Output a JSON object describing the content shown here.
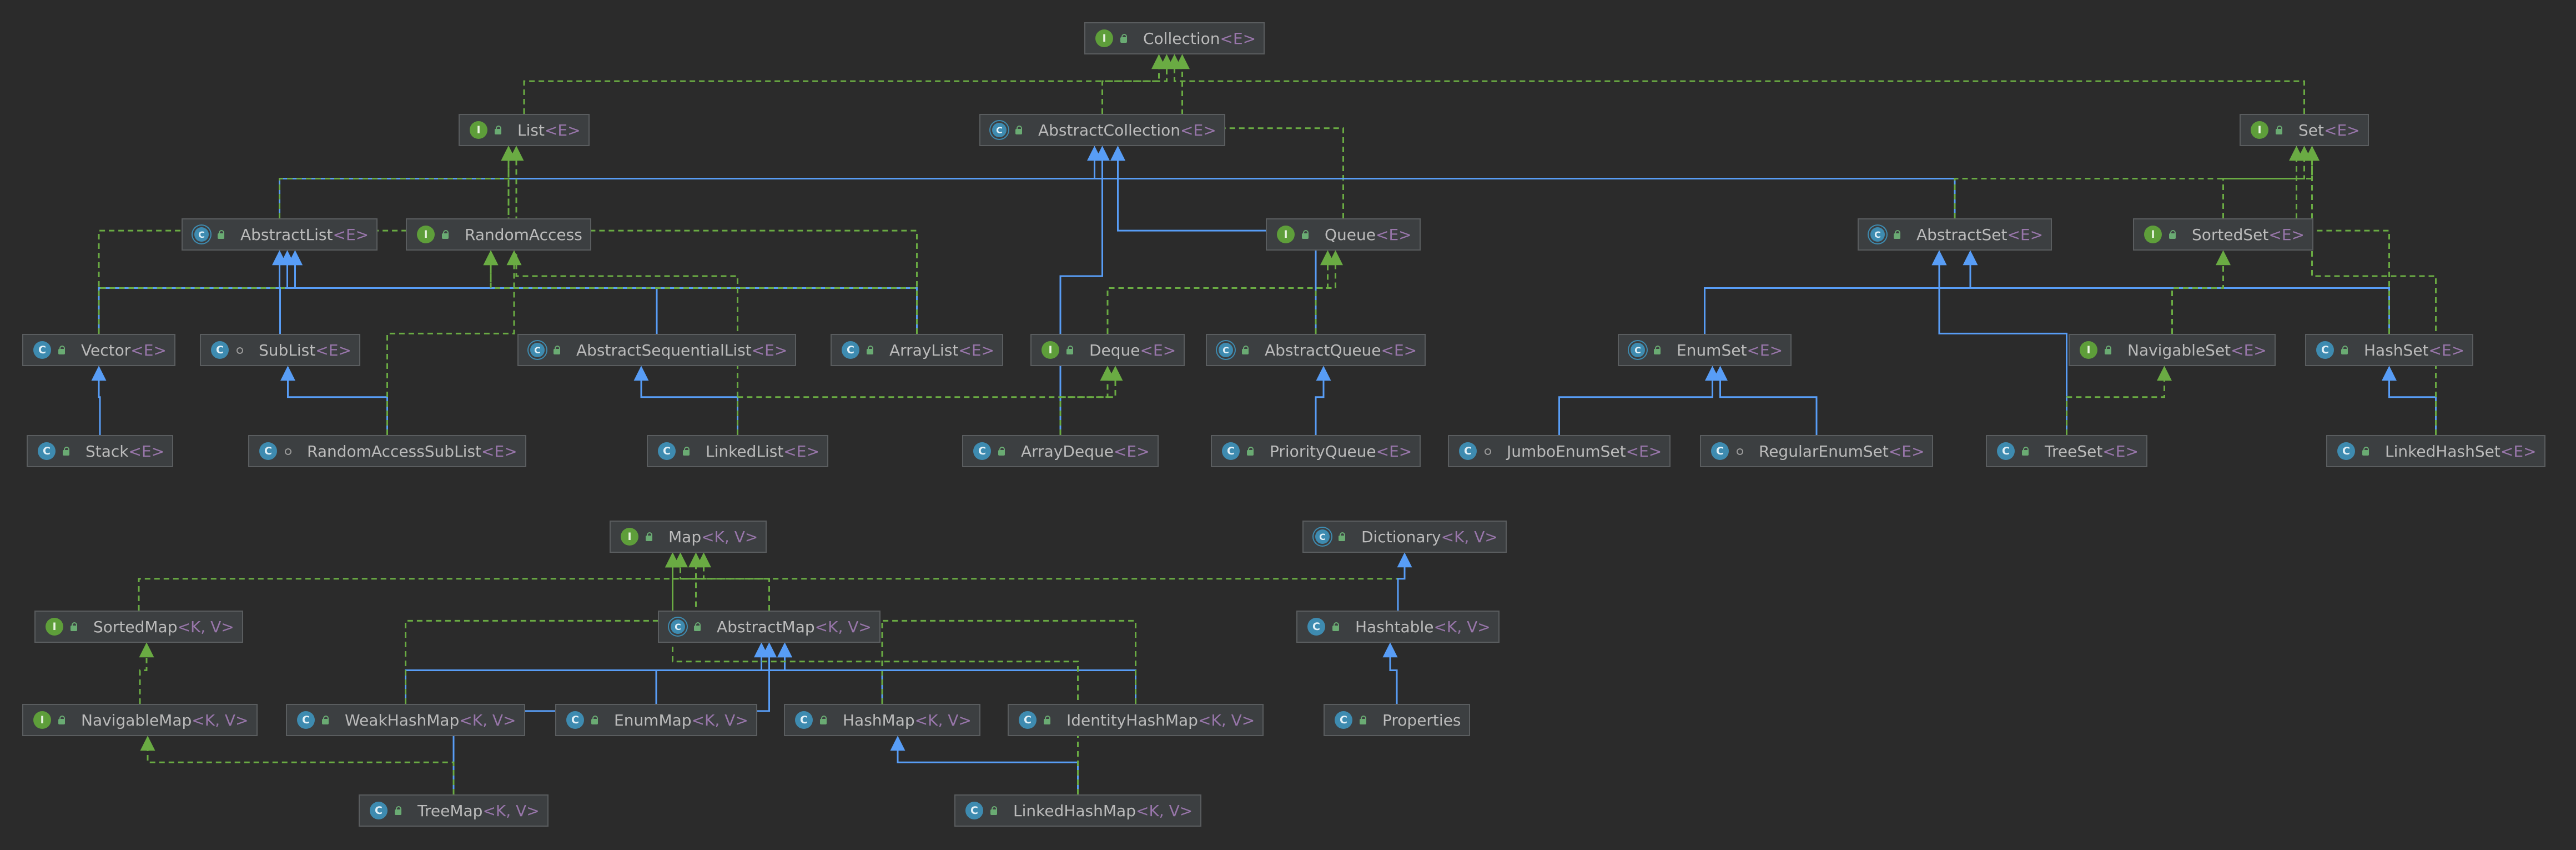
{
  "colors": {
    "background": "#2b2b2b",
    "node_fill": "#3c3f41",
    "node_border": "#5a5d5f",
    "extends_edge": "#589df6",
    "implements_edge": "#6aab43",
    "interface_badge": "#5e9e3a",
    "class_badge": "#3e8bb0",
    "generic_param": "#9876aa"
  },
  "legend_icons": {
    "interface": "I",
    "class": "C",
    "abstract": "C",
    "public_visibility": "lock-icon",
    "package_visibility": "dot-icon"
  },
  "nodes": {
    "collection": {
      "name": "Collection",
      "generics": "<E>",
      "kind": "interface",
      "vis": "lock"
    },
    "list": {
      "name": "List",
      "generics": "<E>",
      "kind": "interface",
      "vis": "lock"
    },
    "abstract_collection": {
      "name": "AbstractCollection",
      "generics": "<E>",
      "kind": "abstract",
      "vis": "lock"
    },
    "set": {
      "name": "Set",
      "generics": "<E>",
      "kind": "interface",
      "vis": "lock"
    },
    "abstract_list": {
      "name": "AbstractList",
      "generics": "<E>",
      "kind": "abstract",
      "vis": "lock"
    },
    "random_access": {
      "name": "RandomAccess",
      "generics": "",
      "kind": "interface",
      "vis": "lock"
    },
    "queue": {
      "name": "Queue",
      "generics": "<E>",
      "kind": "interface",
      "vis": "lock"
    },
    "abstract_set": {
      "name": "AbstractSet",
      "generics": "<E>",
      "kind": "abstract",
      "vis": "lock"
    },
    "sorted_set": {
      "name": "SortedSet",
      "generics": "<E>",
      "kind": "interface",
      "vis": "lock"
    },
    "vector": {
      "name": "Vector",
      "generics": "<E>",
      "kind": "class",
      "vis": "lock"
    },
    "sub_list": {
      "name": "SubList",
      "generics": "<E>",
      "kind": "class",
      "vis": "dot"
    },
    "abstract_sequential_list": {
      "name": "AbstractSequentialList",
      "generics": "<E>",
      "kind": "abstract",
      "vis": "lock"
    },
    "array_list": {
      "name": "ArrayList",
      "generics": "<E>",
      "kind": "class",
      "vis": "lock"
    },
    "deque": {
      "name": "Deque",
      "generics": "<E>",
      "kind": "interface",
      "vis": "lock"
    },
    "abstract_queue": {
      "name": "AbstractQueue",
      "generics": "<E>",
      "kind": "abstract",
      "vis": "lock"
    },
    "enum_set": {
      "name": "EnumSet",
      "generics": "<E>",
      "kind": "abstract",
      "vis": "lock"
    },
    "navigable_set": {
      "name": "NavigableSet",
      "generics": "<E>",
      "kind": "interface",
      "vis": "lock"
    },
    "hash_set": {
      "name": "HashSet",
      "generics": "<E>",
      "kind": "class",
      "vis": "lock"
    },
    "stack": {
      "name": "Stack",
      "generics": "<E>",
      "kind": "class",
      "vis": "lock"
    },
    "random_access_sub_list": {
      "name": "RandomAccessSubList",
      "generics": "<E>",
      "kind": "class",
      "vis": "dot"
    },
    "linked_list": {
      "name": "LinkedList",
      "generics": "<E>",
      "kind": "class",
      "vis": "lock"
    },
    "array_deque": {
      "name": "ArrayDeque",
      "generics": "<E>",
      "kind": "class",
      "vis": "lock"
    },
    "priority_queue": {
      "name": "PriorityQueue",
      "generics": "<E>",
      "kind": "class",
      "vis": "lock"
    },
    "jumbo_enum_set": {
      "name": "JumboEnumSet",
      "generics": "<E>",
      "kind": "class",
      "vis": "dot"
    },
    "regular_enum_set": {
      "name": "RegularEnumSet",
      "generics": "<E>",
      "kind": "class",
      "vis": "dot"
    },
    "tree_set": {
      "name": "TreeSet",
      "generics": "<E>",
      "kind": "class",
      "vis": "lock"
    },
    "linked_hash_set": {
      "name": "LinkedHashSet",
      "generics": "<E>",
      "kind": "class",
      "vis": "lock"
    },
    "map": {
      "name": "Map",
      "generics": "<K, V>",
      "kind": "interface",
      "vis": "lock"
    },
    "dictionary": {
      "name": "Dictionary",
      "generics": "<K, V>",
      "kind": "abstract",
      "vis": "lock"
    },
    "sorted_map": {
      "name": "SortedMap",
      "generics": "<K, V>",
      "kind": "interface",
      "vis": "lock"
    },
    "abstract_map": {
      "name": "AbstractMap",
      "generics": "<K, V>",
      "kind": "abstract",
      "vis": "lock"
    },
    "hashtable": {
      "name": "Hashtable",
      "generics": "<K, V>",
      "kind": "class",
      "vis": "lock"
    },
    "navigable_map": {
      "name": "NavigableMap",
      "generics": "<K, V>",
      "kind": "interface",
      "vis": "lock"
    },
    "weak_hash_map": {
      "name": "WeakHashMap",
      "generics": "<K, V>",
      "kind": "class",
      "vis": "lock"
    },
    "enum_map": {
      "name": "EnumMap",
      "generics": "<K, V>",
      "kind": "class",
      "vis": "lock"
    },
    "hash_map": {
      "name": "HashMap",
      "generics": "<K, V>",
      "kind": "class",
      "vis": "lock"
    },
    "identity_hash_map": {
      "name": "IdentityHashMap",
      "generics": "<K, V>",
      "kind": "class",
      "vis": "lock"
    },
    "properties": {
      "name": "Properties",
      "generics": "",
      "kind": "class",
      "vis": "lock"
    },
    "tree_map": {
      "name": "TreeMap",
      "generics": "<K, V>",
      "kind": "class",
      "vis": "lock"
    },
    "linked_hash_map": {
      "name": "LinkedHashMap",
      "generics": "<K, V>",
      "kind": "class",
      "vis": "lock"
    }
  },
  "edges": [
    {
      "from": "list",
      "to": "collection",
      "type": "implements"
    },
    {
      "from": "abstract_collection",
      "to": "collection",
      "type": "implements"
    },
    {
      "from": "set",
      "to": "collection",
      "type": "implements"
    },
    {
      "from": "queue",
      "to": "collection",
      "type": "implements"
    },
    {
      "from": "abstract_list",
      "to": "abstract_collection",
      "type": "extends"
    },
    {
      "from": "abstract_list",
      "to": "list",
      "type": "implements"
    },
    {
      "from": "abstract_set",
      "to": "abstract_collection",
      "type": "extends"
    },
    {
      "from": "abstract_set",
      "to": "set",
      "type": "implements"
    },
    {
      "from": "sorted_set",
      "to": "set",
      "type": "implements"
    },
    {
      "from": "abstract_queue",
      "to": "abstract_collection",
      "type": "extends"
    },
    {
      "from": "abstract_queue",
      "to": "queue",
      "type": "implements"
    },
    {
      "from": "deque",
      "to": "queue",
      "type": "implements"
    },
    {
      "from": "array_deque",
      "to": "abstract_collection",
      "type": "extends"
    },
    {
      "from": "array_deque",
      "to": "deque",
      "type": "implements"
    },
    {
      "from": "vector",
      "to": "abstract_list",
      "type": "extends"
    },
    {
      "from": "vector",
      "to": "list",
      "type": "implements"
    },
    {
      "from": "vector",
      "to": "random_access",
      "type": "implements"
    },
    {
      "from": "sub_list",
      "to": "abstract_list",
      "type": "extends"
    },
    {
      "from": "abstract_sequential_list",
      "to": "abstract_list",
      "type": "extends"
    },
    {
      "from": "array_list",
      "to": "abstract_list",
      "type": "extends"
    },
    {
      "from": "array_list",
      "to": "list",
      "type": "implements"
    },
    {
      "from": "array_list",
      "to": "random_access",
      "type": "implements"
    },
    {
      "from": "stack",
      "to": "vector",
      "type": "extends"
    },
    {
      "from": "random_access_sub_list",
      "to": "sub_list",
      "type": "extends"
    },
    {
      "from": "random_access_sub_list",
      "to": "random_access",
      "type": "implements"
    },
    {
      "from": "linked_list",
      "to": "abstract_sequential_list",
      "type": "extends"
    },
    {
      "from": "linked_list",
      "to": "list",
      "type": "implements"
    },
    {
      "from": "linked_list",
      "to": "deque",
      "type": "implements"
    },
    {
      "from": "priority_queue",
      "to": "abstract_queue",
      "type": "extends"
    },
    {
      "from": "enum_set",
      "to": "abstract_set",
      "type": "extends"
    },
    {
      "from": "hash_set",
      "to": "abstract_set",
      "type": "extends"
    },
    {
      "from": "hash_set",
      "to": "set",
      "type": "implements"
    },
    {
      "from": "navigable_set",
      "to": "sorted_set",
      "type": "implements"
    },
    {
      "from": "jumbo_enum_set",
      "to": "enum_set",
      "type": "extends"
    },
    {
      "from": "regular_enum_set",
      "to": "enum_set",
      "type": "extends"
    },
    {
      "from": "tree_set",
      "to": "abstract_set",
      "type": "extends"
    },
    {
      "from": "tree_set",
      "to": "navigable_set",
      "type": "implements"
    },
    {
      "from": "linked_hash_set",
      "to": "hash_set",
      "type": "extends"
    },
    {
      "from": "linked_hash_set",
      "to": "set",
      "type": "implements"
    },
    {
      "from": "sorted_map",
      "to": "map",
      "type": "implements"
    },
    {
      "from": "abstract_map",
      "to": "map",
      "type": "implements"
    },
    {
      "from": "hashtable",
      "to": "map",
      "type": "implements"
    },
    {
      "from": "hashtable",
      "to": "dictionary",
      "type": "extends"
    },
    {
      "from": "navigable_map",
      "to": "sorted_map",
      "type": "implements"
    },
    {
      "from": "weak_hash_map",
      "to": "abstract_map",
      "type": "extends"
    },
    {
      "from": "weak_hash_map",
      "to": "map",
      "type": "implements"
    },
    {
      "from": "enum_map",
      "to": "abstract_map",
      "type": "extends"
    },
    {
      "from": "hash_map",
      "to": "abstract_map",
      "type": "extends"
    },
    {
      "from": "hash_map",
      "to": "map",
      "type": "implements"
    },
    {
      "from": "identity_hash_map",
      "to": "abstract_map",
      "type": "extends"
    },
    {
      "from": "identity_hash_map",
      "to": "map",
      "type": "implements"
    },
    {
      "from": "properties",
      "to": "hashtable",
      "type": "extends"
    },
    {
      "from": "tree_map",
      "to": "abstract_map",
      "type": "extends"
    },
    {
      "from": "tree_map",
      "to": "navigable_map",
      "type": "implements"
    },
    {
      "from": "linked_hash_map",
      "to": "hash_map",
      "type": "extends"
    },
    {
      "from": "linked_hash_map",
      "to": "map",
      "type": "implements"
    }
  ]
}
